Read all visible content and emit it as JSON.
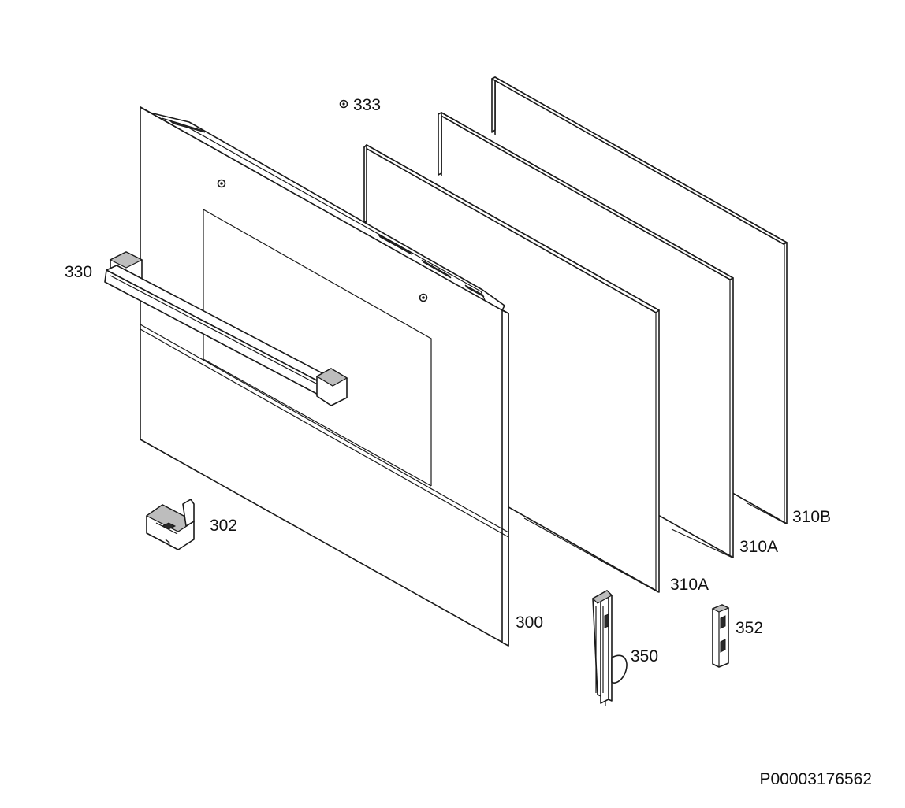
{
  "parts": [
    {
      "id": "part-300",
      "number": "300"
    },
    {
      "id": "part-302",
      "number": "302"
    },
    {
      "id": "part-310A-front",
      "number": "310A"
    },
    {
      "id": "part-310A-mid",
      "number": "310A"
    },
    {
      "id": "part-310B",
      "number": "310B"
    },
    {
      "id": "part-330",
      "number": "330"
    },
    {
      "id": "part-333",
      "number": "333"
    },
    {
      "id": "part-350",
      "number": "350"
    },
    {
      "id": "part-352",
      "number": "352"
    }
  ],
  "document_code": "P00003176562",
  "colors": {
    "line": "#1a1a1a",
    "background": "#ffffff",
    "label": "#111111"
  }
}
